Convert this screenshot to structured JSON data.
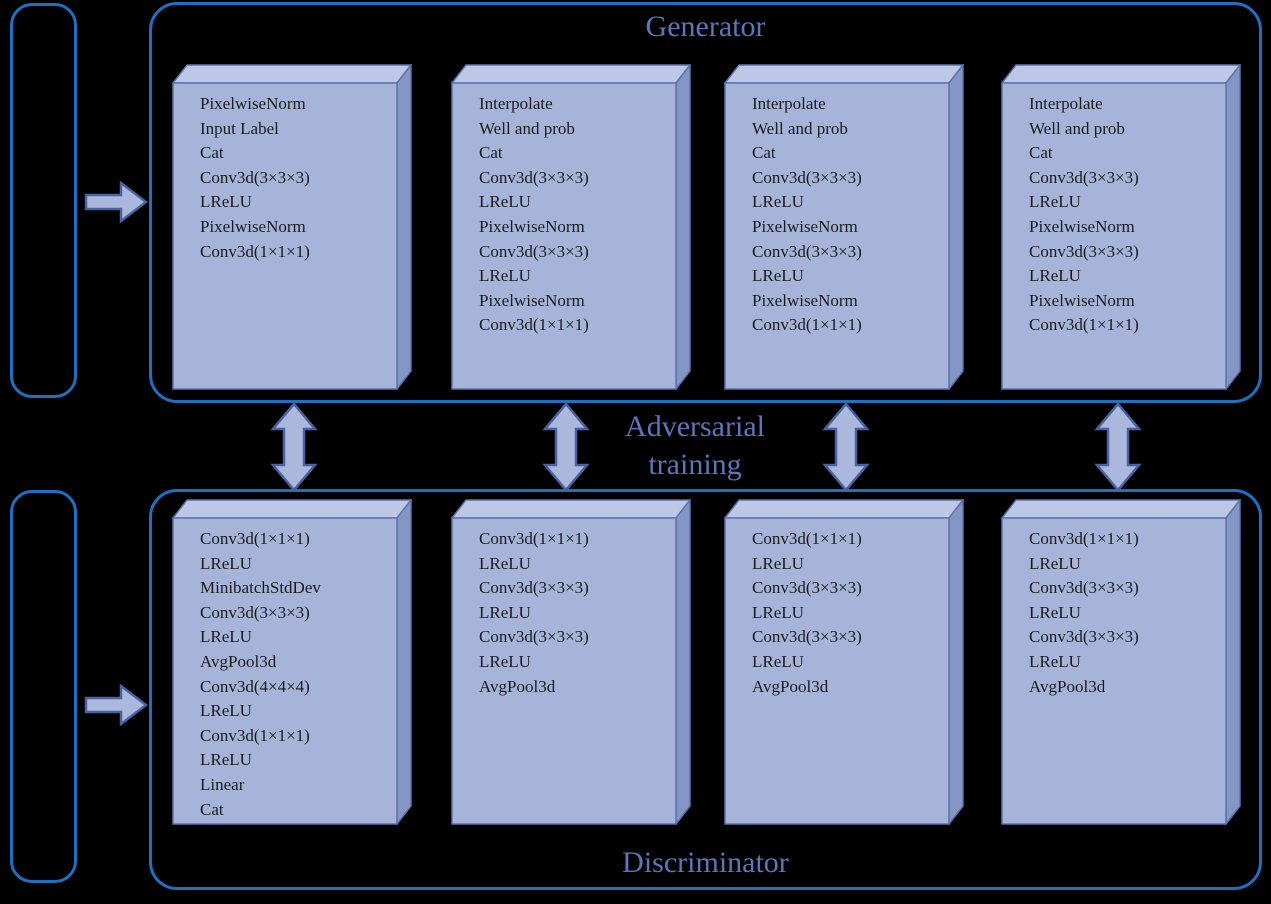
{
  "diagram": {
    "generator": {
      "title": "Generator",
      "blocks": [
        {
          "lines": [
            "PixelwiseNorm",
            "Input Label",
            "Cat",
            "Conv3d(3×3×3)",
            "LReLU",
            "PixelwiseNorm",
            "Conv3d(1×1×1)"
          ]
        },
        {
          "lines": [
            "Interpolate",
            "Well and prob",
            "Cat",
            "Conv3d(3×3×3)",
            "LReLU",
            "PixelwiseNorm",
            "Conv3d(3×3×3)",
            "LReLU",
            "PixelwiseNorm",
            "Conv3d(1×1×1)"
          ]
        },
        {
          "lines": [
            "Interpolate",
            "Well and prob",
            "Cat",
            "Conv3d(3×3×3)",
            "LReLU",
            "PixelwiseNorm",
            "Conv3d(3×3×3)",
            "LReLU",
            "PixelwiseNorm",
            "Conv3d(1×1×1)"
          ]
        },
        {
          "lines": [
            "Interpolate",
            "Well and prob",
            "Cat",
            "Conv3d(3×3×3)",
            "LReLU",
            "PixelwiseNorm",
            "Conv3d(3×3×3)",
            "LReLU",
            "PixelwiseNorm",
            "Conv3d(1×1×1)"
          ]
        }
      ]
    },
    "discriminator": {
      "title": "Discriminator",
      "blocks": [
        {
          "lines": [
            "Conv3d(1×1×1)",
            "LReLU",
            "MinibatchStdDev",
            "Conv3d(3×3×3)",
            "LReLU",
            "AvgPool3d",
            "Conv3d(4×4×4)",
            "LReLU",
            "Conv3d(1×1×1)",
            "LReLU",
            "Linear",
            "Cat"
          ]
        },
        {
          "lines": [
            "Conv3d(1×1×1)",
            "LReLU",
            "Conv3d(3×3×3)",
            "LReLU",
            "Conv3d(3×3×3)",
            "LReLU",
            "AvgPool3d"
          ]
        },
        {
          "lines": [
            "Conv3d(1×1×1)",
            "LReLU",
            "Conv3d(3×3×3)",
            "LReLU",
            "Conv3d(3×3×3)",
            "LReLU",
            "AvgPool3d"
          ]
        },
        {
          "lines": [
            "Conv3d(1×1×1)",
            "LReLU",
            "Conv3d(3×3×3)",
            "LReLU",
            "Conv3d(3×3×3)",
            "LReLU",
            "AvgPool3d"
          ]
        }
      ]
    },
    "adversarial_label": {
      "lines": [
        "Adversarial",
        "training"
      ]
    },
    "icons": {
      "input_arrows": "right-arrow-icon",
      "training_arrows": "up-down-arrow-icon"
    },
    "colors": {
      "background": "#000000",
      "container_border": "#1d70c2",
      "box_front": "#a6b4da",
      "box_top": "#bcc8e6",
      "box_side": "#8496c4",
      "box_outline": "#5d73ad",
      "arrow_fill": "#a9b8dc",
      "arrow_outline": "#4a63a0",
      "label_text": "#5b76ba",
      "block_text": "#1b1b1b"
    }
  }
}
